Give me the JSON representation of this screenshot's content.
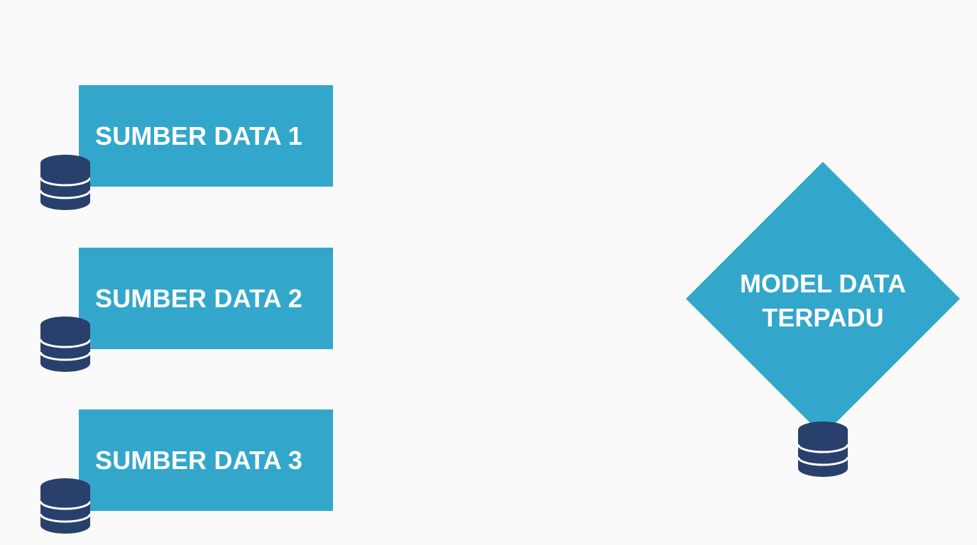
{
  "diagram": {
    "sources": [
      {
        "label": "SUMBER DATA 1",
        "icon": "database-icon"
      },
      {
        "label": "SUMBER DATA 2",
        "icon": "database-icon"
      },
      {
        "label": "SUMBER DATA 3",
        "icon": "database-icon"
      }
    ],
    "target": {
      "line1": "MODEL DATA",
      "line2": "TERPADU",
      "icon": "database-icon"
    }
  },
  "colors": {
    "box_fill": "#33a7cb",
    "icon_fill": "#28406b",
    "icon_stripe": "#ffffff",
    "text": "#ffffff",
    "background": "#fafafa"
  }
}
